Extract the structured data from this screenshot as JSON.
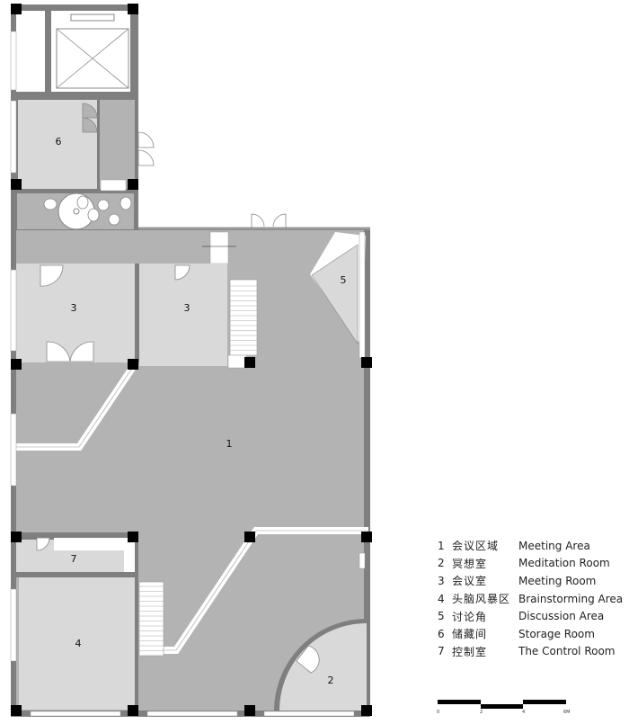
{
  "plan": {
    "room_labels": [
      "1",
      "2",
      "3",
      "3",
      "4",
      "5",
      "6",
      "7"
    ]
  },
  "legend": [
    {
      "num": "1",
      "cn": "会议区域",
      "en": "Meeting Area"
    },
    {
      "num": "2",
      "cn": "冥想室",
      "en": "Meditation Room"
    },
    {
      "num": "3",
      "cn": "会议室",
      "en": "Meeting Room"
    },
    {
      "num": "4",
      "cn": "头脑风暴区",
      "en": "Brainstorming Area"
    },
    {
      "num": "5",
      "cn": "讨论角",
      "en": "Discussion Area"
    },
    {
      "num": "6",
      "cn": "储藏间",
      "en": "Storage Room"
    },
    {
      "num": "7",
      "cn": "控制室",
      "en": "The Control Room"
    }
  ],
  "scale_bar": {
    "ticks": [
      "0",
      "2",
      "4",
      "6M"
    ]
  },
  "colors": {
    "floor": "#b3b3b3",
    "room": "#d9d9d9",
    "wall": "#7f7f7f",
    "column": "#000000"
  }
}
